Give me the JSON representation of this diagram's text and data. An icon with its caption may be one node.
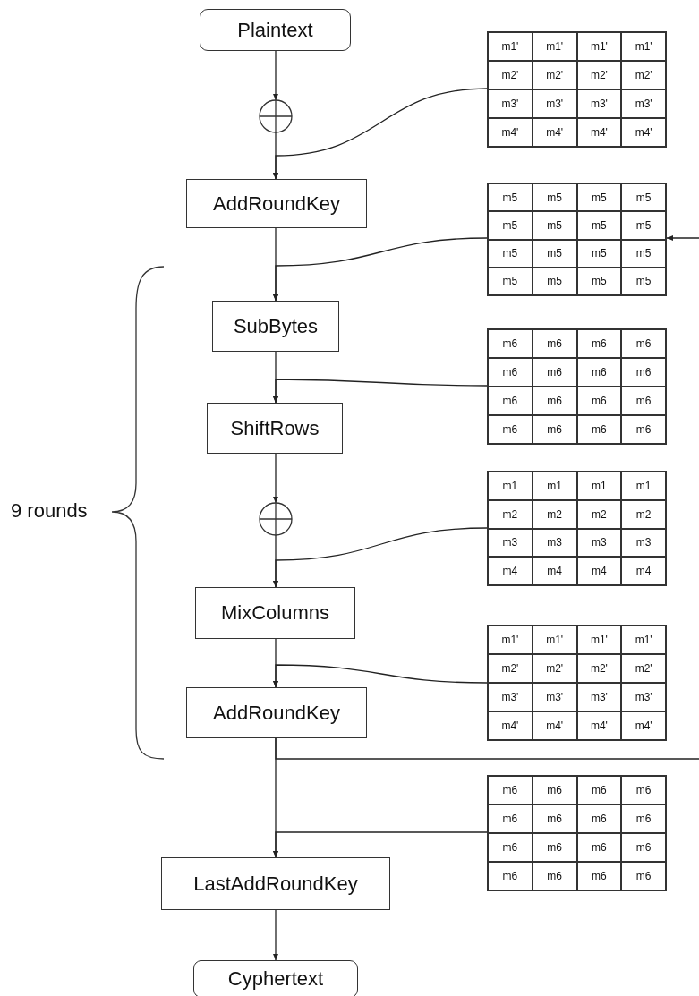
{
  "diagram": {
    "nodes": [
      {
        "text": [
          "Plaintext"
        ]
      },
      {
        "text": [],
        "shape": "circle"
      },
      {
        "text": [
          "AddRoundKey"
        ]
      },
      {
        "text": [
          "SubBytes"
        ]
      },
      {
        "text": [
          "ShiftRows"
        ]
      },
      {
        "text": [],
        "shape": "circle"
      },
      {
        "text": [
          "MixColumns"
        ]
      },
      {
        "text": [
          "AddRoundKey"
        ]
      },
      {
        "text": [
          "LastAddRoundKey"
        ]
      },
      {
        "text": [
          "Cyphertext"
        ]
      },
      {
        "text": [
          "m1'",
          "m1'",
          "m1'",
          "m1'",
          "m2'",
          "m2'",
          "m2'",
          "m2'",
          "m3'",
          "m3'",
          "m3'",
          "m3'",
          "m4'",
          "m4'",
          "m4'",
          "m4'"
        ]
      },
      {
        "text": [
          "m5",
          "m5",
          "m5",
          "m5",
          "m5",
          "m5",
          "m5",
          "m5",
          "m5",
          "m5",
          "m5",
          "m5",
          "m5",
          "m5",
          "m5",
          "m5"
        ]
      },
      {
        "text": [
          "m6",
          "m6",
          "m6",
          "m6",
          "m6",
          "m6",
          "m6",
          "m6",
          "m6",
          "m6",
          "m6",
          "m6",
          "m6",
          "m6",
          "m6",
          "m6"
        ]
      },
      {
        "text": [
          "m1",
          "m1",
          "m1",
          "m1",
          "m2",
          "m2",
          "m2",
          "m2",
          "m3",
          "m3",
          "m3",
          "m3",
          "m4",
          "m4",
          "m4",
          "m4"
        ]
      },
      {
        "text": [
          "m1'",
          "m1'",
          "m1'",
          "m1'",
          "m2'",
          "m2'",
          "m2'",
          "m2'",
          "m3'",
          "m3'",
          "m3'",
          "m3'",
          "m4'",
          "m4'",
          "m4'",
          "m4'"
        ]
      },
      {
        "text": [
          "m6",
          "m6",
          "m6",
          "m6",
          "m6",
          "m6",
          "m6",
          "m6",
          "m6",
          "m6",
          "m6",
          "m6",
          "m6",
          "m6",
          "m6",
          "m6"
        ]
      }
    ],
    "edges": [
      {
        "from": 0,
        "to": 1,
        "arrow": "to"
      },
      {
        "from": 1,
        "to": 2,
        "arrow": "to"
      },
      {
        "from": 10,
        "to": 2,
        "arrow": "to"
      },
      {
        "from": 2,
        "to": 3,
        "arrow": "to"
      },
      {
        "from": 11,
        "to": 3,
        "arrow": "to"
      },
      {
        "from": null,
        "to": 11,
        "arrow": "to"
      },
      {
        "from": 3,
        "to": 4,
        "arrow": "to"
      },
      {
        "from": 12,
        "to": 4,
        "arrow": "to"
      },
      {
        "from": 4,
        "to": 5,
        "arrow": "to"
      },
      {
        "from": 5,
        "to": 6,
        "arrow": "to"
      },
      {
        "from": 13,
        "to": 6,
        "arrow": "to"
      },
      {
        "from": 6,
        "to": 7,
        "arrow": "to"
      },
      {
        "from": 14,
        "to": 7,
        "arrow": "to"
      },
      {
        "from": 7,
        "to": null,
        "arrow": "none"
      },
      {
        "from": 7,
        "to": 8,
        "arrow": "to"
      },
      {
        "from": 15,
        "to": 8,
        "arrow": "to"
      },
      {
        "from": 8,
        "to": 9,
        "arrow": "to"
      }
    ],
    "labels": [
      "9 rounds"
    ]
  }
}
